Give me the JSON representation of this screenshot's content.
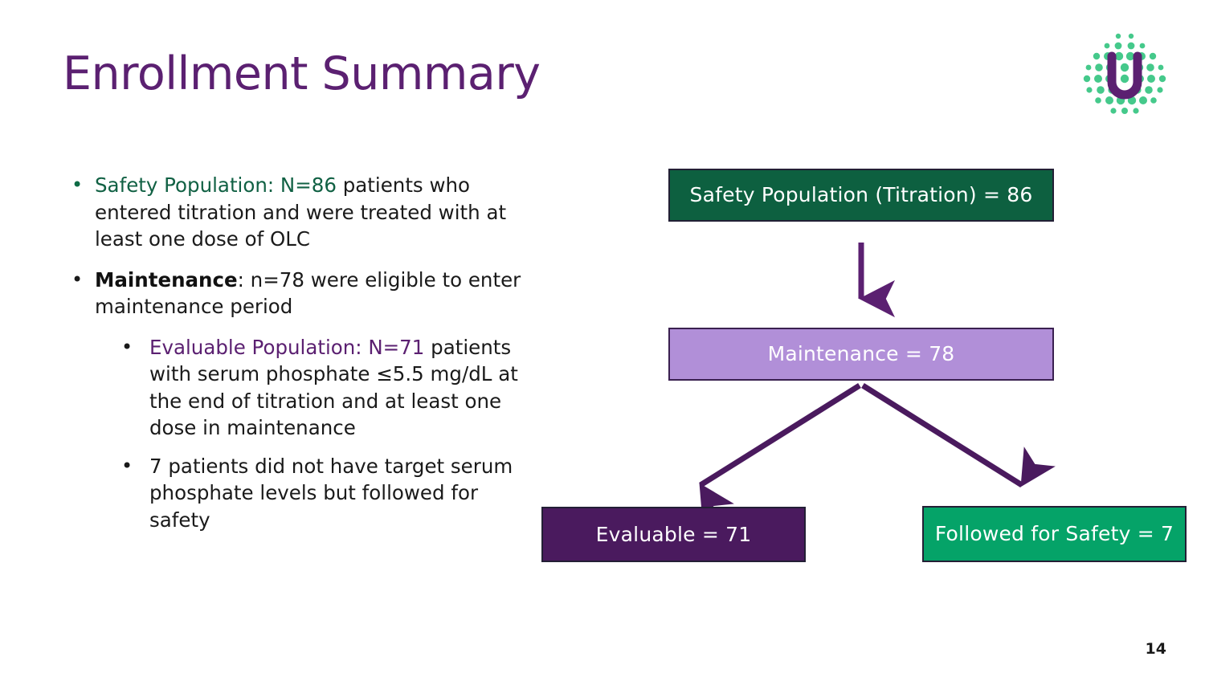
{
  "slide": {
    "title": "Enrollment Summary",
    "page_number": "14",
    "title_color": "#5B2071",
    "background": "#ffffff"
  },
  "logo": {
    "name": "company-u-logo",
    "letter": "U",
    "letter_color": "#5B2071",
    "dot_color": "#45C98B"
  },
  "bullets": [
    {
      "level": 1,
      "marker": "•",
      "marker_color": "#0E6B45",
      "lead": "Safety Population: N=86",
      "lead_color": "#116144",
      "lead_style": "colored",
      "rest": " patients who entered titration and were treated with at least one dose of OLC"
    },
    {
      "level": 1,
      "marker": "•",
      "marker_color": "#1a1a1a",
      "lead": "Maintenance",
      "lead_color": "#111111",
      "lead_style": "bold",
      "rest": ": n=78 were eligible to enter maintenance period"
    },
    {
      "level": 2,
      "marker": "•",
      "marker_color": "#1a1a1a",
      "lead": "Evaluable Population: N=71",
      "lead_color": "#5B2071",
      "lead_style": "colored",
      "rest": " patients with serum phosphate ≤5.5 mg/dL at the end of titration and at least one dose in maintenance"
    },
    {
      "level": 2,
      "marker": "•",
      "marker_color": "#1a1a1a",
      "lead": "",
      "lead_color": "#1a1a1a",
      "lead_style": "plain",
      "rest": "7 patients did not have target serum phosphate levels but followed for safety"
    }
  ],
  "chart_data": {
    "type": "diagram",
    "subtype": "flowchart",
    "title": "Enrollment Summary",
    "nodes": [
      {
        "id": "safety",
        "label": "Safety Population (Titration) = 86",
        "value": 86,
        "fill": "#0D6040",
        "text_color": "#ffffff",
        "border": "#231f35"
      },
      {
        "id": "maintenance",
        "label": "Maintenance = 78",
        "value": 78,
        "fill": "#B18FD8",
        "text_color": "#ffffff",
        "border": "#3a2050"
      },
      {
        "id": "evaluable",
        "label": "Evaluable = 71",
        "value": 71,
        "fill": "#4A1A5E",
        "text_color": "#ffffff",
        "border": "#231f35"
      },
      {
        "id": "followed",
        "label": "Followed for Safety = 7",
        "value": 7,
        "fill": "#05A368",
        "text_color": "#ffffff",
        "border": "#231f35"
      }
    ],
    "edges": [
      {
        "from": "safety",
        "to": "maintenance",
        "style": "straight-down",
        "color": "#5B2071"
      },
      {
        "from": "maintenance",
        "to": "evaluable",
        "style": "diagonal-left",
        "color": "#4A1A5E"
      },
      {
        "from": "maintenance",
        "to": "followed",
        "style": "diagonal-right",
        "color": "#4A1A5E"
      }
    ]
  }
}
